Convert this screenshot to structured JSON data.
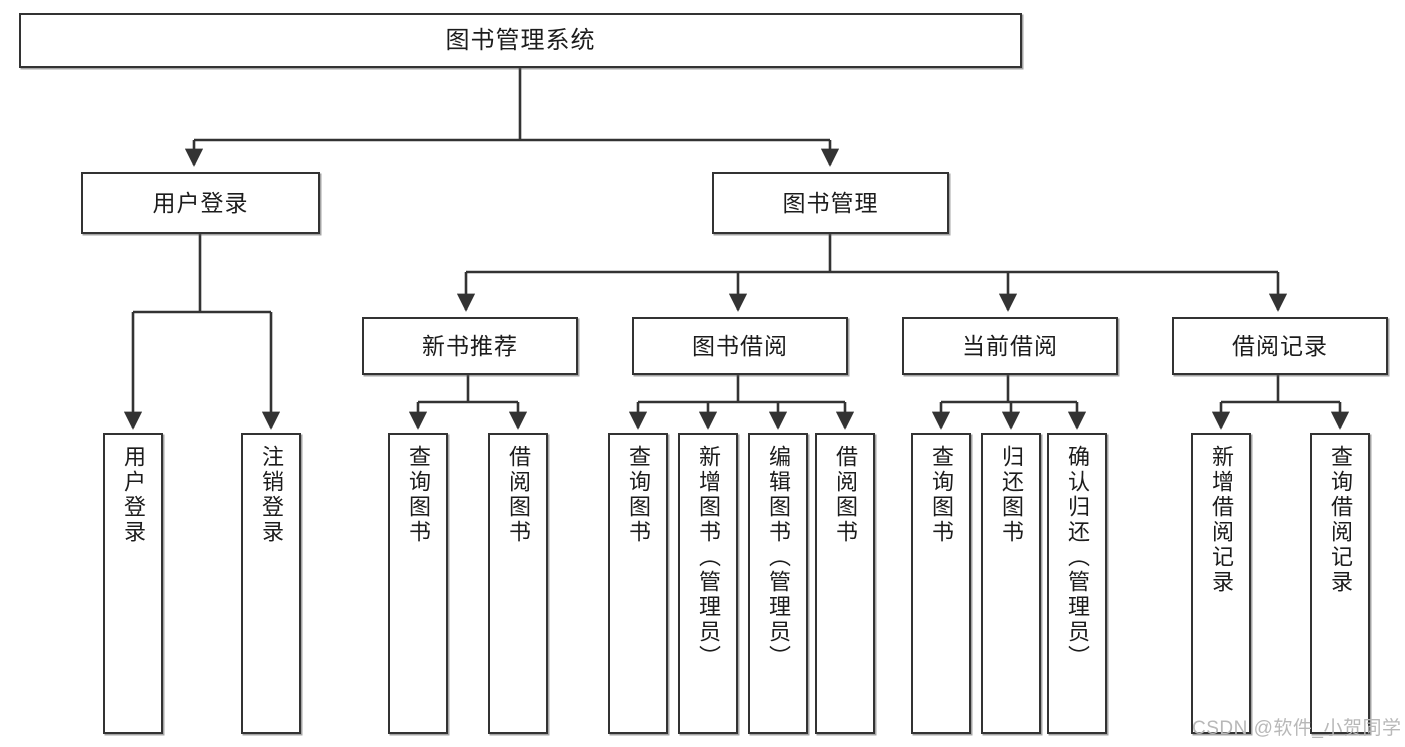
{
  "diagram": {
    "title": "图书管理系统",
    "type": "hierarchy-tree",
    "colors": {
      "line": "#333333",
      "box_border": "#333333",
      "box_fill": "#ffffff",
      "background": "#ffffff",
      "watermark": "#b8b8b8"
    },
    "nodes": {
      "root": {
        "label": "图书管理系统"
      },
      "level2": [
        {
          "label": "用户登录"
        },
        {
          "label": "图书管理"
        }
      ],
      "level3": [
        {
          "label": "新书推荐"
        },
        {
          "label": "图书借阅"
        },
        {
          "label": "当前借阅"
        },
        {
          "label": "借阅记录"
        }
      ],
      "leaves_user_login": [
        {
          "label": "用户登录"
        },
        {
          "label": "注销登录"
        }
      ],
      "leaves_new_book": [
        {
          "label": "查询图书"
        },
        {
          "label": "借阅图书"
        }
      ],
      "leaves_borrow": [
        {
          "label": "查询图书"
        },
        {
          "label": "新增图书（管理员）"
        },
        {
          "label": "编辑图书（管理员）"
        },
        {
          "label": "借阅图书"
        }
      ],
      "leaves_current": [
        {
          "label": "查询图书"
        },
        {
          "label": "归还图书"
        },
        {
          "label": "确认归还（管理员）"
        }
      ],
      "leaves_records": [
        {
          "label": "新增借阅记录"
        },
        {
          "label": "查询借阅记录"
        }
      ]
    }
  },
  "watermark": {
    "text": "CSDN @软件_小贺同学"
  }
}
